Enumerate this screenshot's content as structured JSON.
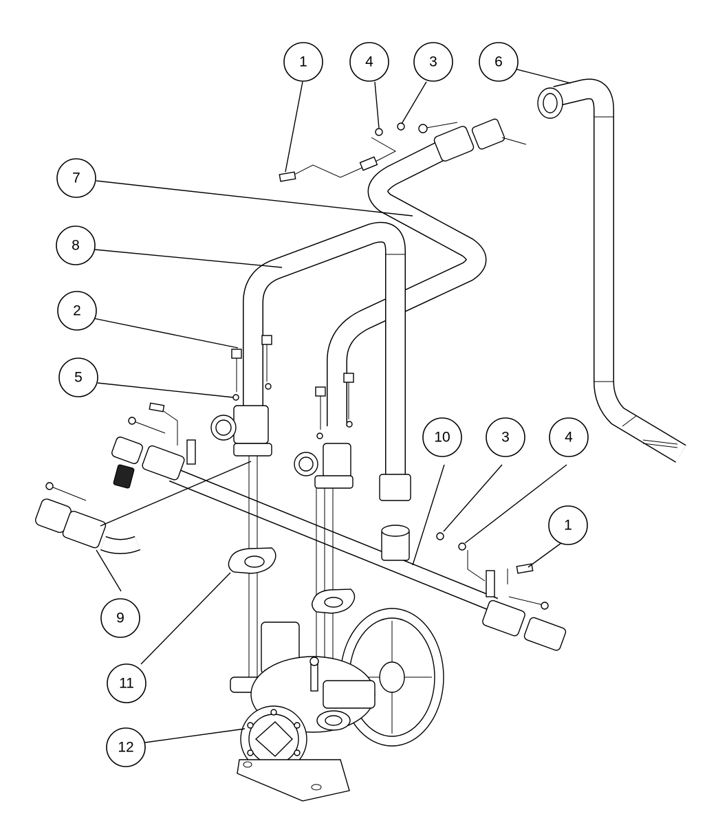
{
  "diagram": {
    "balloons": [
      {
        "id": "b1-top",
        "label": "1"
      },
      {
        "id": "b4-top",
        "label": "4"
      },
      {
        "id": "b3-top",
        "label": "3"
      },
      {
        "id": "b6",
        "label": "6"
      },
      {
        "id": "b7",
        "label": "7"
      },
      {
        "id": "b8",
        "label": "8"
      },
      {
        "id": "b2",
        "label": "2"
      },
      {
        "id": "b5",
        "label": "5"
      },
      {
        "id": "b10",
        "label": "10"
      },
      {
        "id": "b3-right",
        "label": "3"
      },
      {
        "id": "b4-right",
        "label": "4"
      },
      {
        "id": "b1-right",
        "label": "1"
      },
      {
        "id": "b9",
        "label": "9"
      },
      {
        "id": "b11",
        "label": "11"
      },
      {
        "id": "b12",
        "label": "12"
      }
    ]
  },
  "colors": {
    "line": "#000000",
    "background": "#ffffff",
    "dark-fill": "#222222"
  }
}
